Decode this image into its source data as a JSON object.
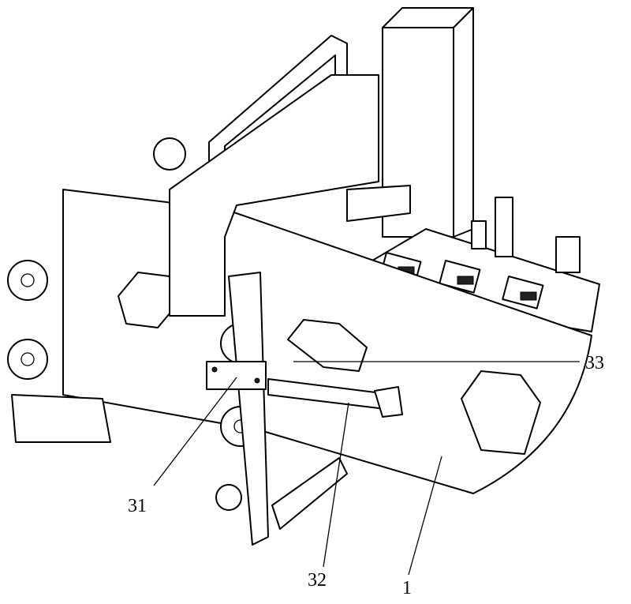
{
  "figure": {
    "labels": {
      "part_1": "1",
      "part_31": "31",
      "part_32": "32",
      "part_33": "33"
    }
  }
}
